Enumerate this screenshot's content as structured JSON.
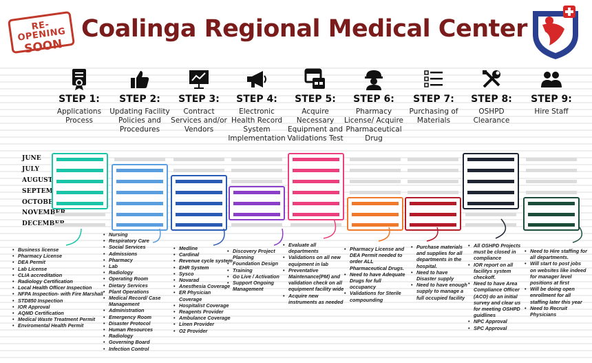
{
  "header": {
    "title": "Coalinga Regional Medical Center",
    "stamp_line1": "RE-OPENING",
    "stamp_line2": "SOON"
  },
  "months": [
    "JUNE",
    "JULY",
    "AUGUST",
    "SEPTEMBER",
    "OCTOBER",
    "NOVEMBER",
    "DECEMBER"
  ],
  "steps": [
    {
      "label": "STEP 1:",
      "name": "Applications Process",
      "icon": "document-seal-icon",
      "color": "#19c5a6"
    },
    {
      "label": "STEP 2:",
      "name": "Updating Facility Policies and Procedures",
      "icon": "thumbs-up-icon",
      "color": "#5a9ee0"
    },
    {
      "label": "STEP 3:",
      "name": "Contract Services and/or Vendors",
      "icon": "presentation-board-icon",
      "color": "#2a5bb5"
    },
    {
      "label": "STEP 4:",
      "name": "Electronic Health Record System Implementation",
      "icon": "megaphone-icon",
      "color": "#8b3fc9"
    },
    {
      "label": "STEP 5:",
      "name": "Acquire Necessary Equipment and Validations Test",
      "icon": "calendar-window-icon",
      "color": "#ec3f7d"
    },
    {
      "label": "STEP 6:",
      "name": "Pharmacy License/ Acquire Pharmaceutical Drug",
      "icon": "worker-helmet-icon",
      "color": "#f0792b"
    },
    {
      "label": "STEP 7:",
      "name": "Purchasing of Materials",
      "icon": "checklist-icon",
      "color": "#b51c2a"
    },
    {
      "label": "STEP 8:",
      "name": "OSHPD Clearance",
      "icon": "tools-icon",
      "color": "#1f2533"
    },
    {
      "label": "STEP 9:",
      "name": "Hire Staff",
      "icon": "people-icon",
      "color": "#1b4d3a"
    }
  ],
  "lists": [
    [
      "Business license",
      "Pharmacy License",
      "DEA Permit",
      "Lab License",
      "CLIA accreditation",
      "Radiology Certification",
      "Local Health Officer Inspection",
      "NFPA Inspection- with Fire Marshall",
      "STD850 Inspection",
      "IOR Approval",
      "AQMD Certification",
      "Medical Waste Treatment Permit",
      "Enviromental Health Permit"
    ],
    [
      "Nursing",
      "Respiratory Care",
      "Social Services",
      "Admissions",
      "Pharmacy",
      "Lab",
      "Radiology",
      "Operating Room",
      "Dietary Services",
      "Plant Operations",
      "Medical Record/ Case Management",
      "Administration",
      "Emergency Room",
      "Disaster Protocol",
      "Human Resources",
      "Radiology",
      "Governing Board",
      "Infection Control"
    ],
    [
      "Medline",
      "Cardinal",
      "Revenue cycle system",
      "EHR System",
      "Sysco",
      "Novarad",
      "Anesthesia Coverage",
      "ER Physician Coverage",
      "Hospitalist Coverage",
      "Reagents Provider",
      "Ambulance Coverage",
      "Linen Provider",
      "O2 Provider"
    ],
    [
      "Discovery Project Planning",
      "Foundation Design",
      "Training",
      "Go Live / Activation",
      "Support Ongoing Management"
    ],
    [
      "Evaluate all departments",
      "Validations on all new equipment in lab",
      "Preventative Maintenance(PM) and validation check on all equipment facility wide",
      "Acquire new instruments as needed"
    ],
    [
      "Pharmacy License and DEA Permit needed to order ALL Pharmaceutical Drugs.",
      "Need to have Adequate Drugs for full occupancy",
      "Validations for Sterile compounding"
    ],
    [
      "Purchase materials and supplies for all departments in the hospital.",
      "Need to have Disaster supply",
      "Need to have enough supply to manage a full occupied facility"
    ],
    [
      "All OSHPD Projects must be closed in compliance",
      "IOR report on all facilitys system checkoff.",
      "Need to have Area Compliance Officer (ACO) do an initial survey and clear us for meeting OSHPD guidlines",
      "NPC Approval",
      "SPC Approval"
    ],
    [
      "Need to Hire staffing for all departments.",
      "Will start to post jobs on websites like indeed for manager level positions at first",
      "Will be doing open enrollment for all staffing later this year",
      "Need to Recruit Physicians"
    ]
  ]
}
